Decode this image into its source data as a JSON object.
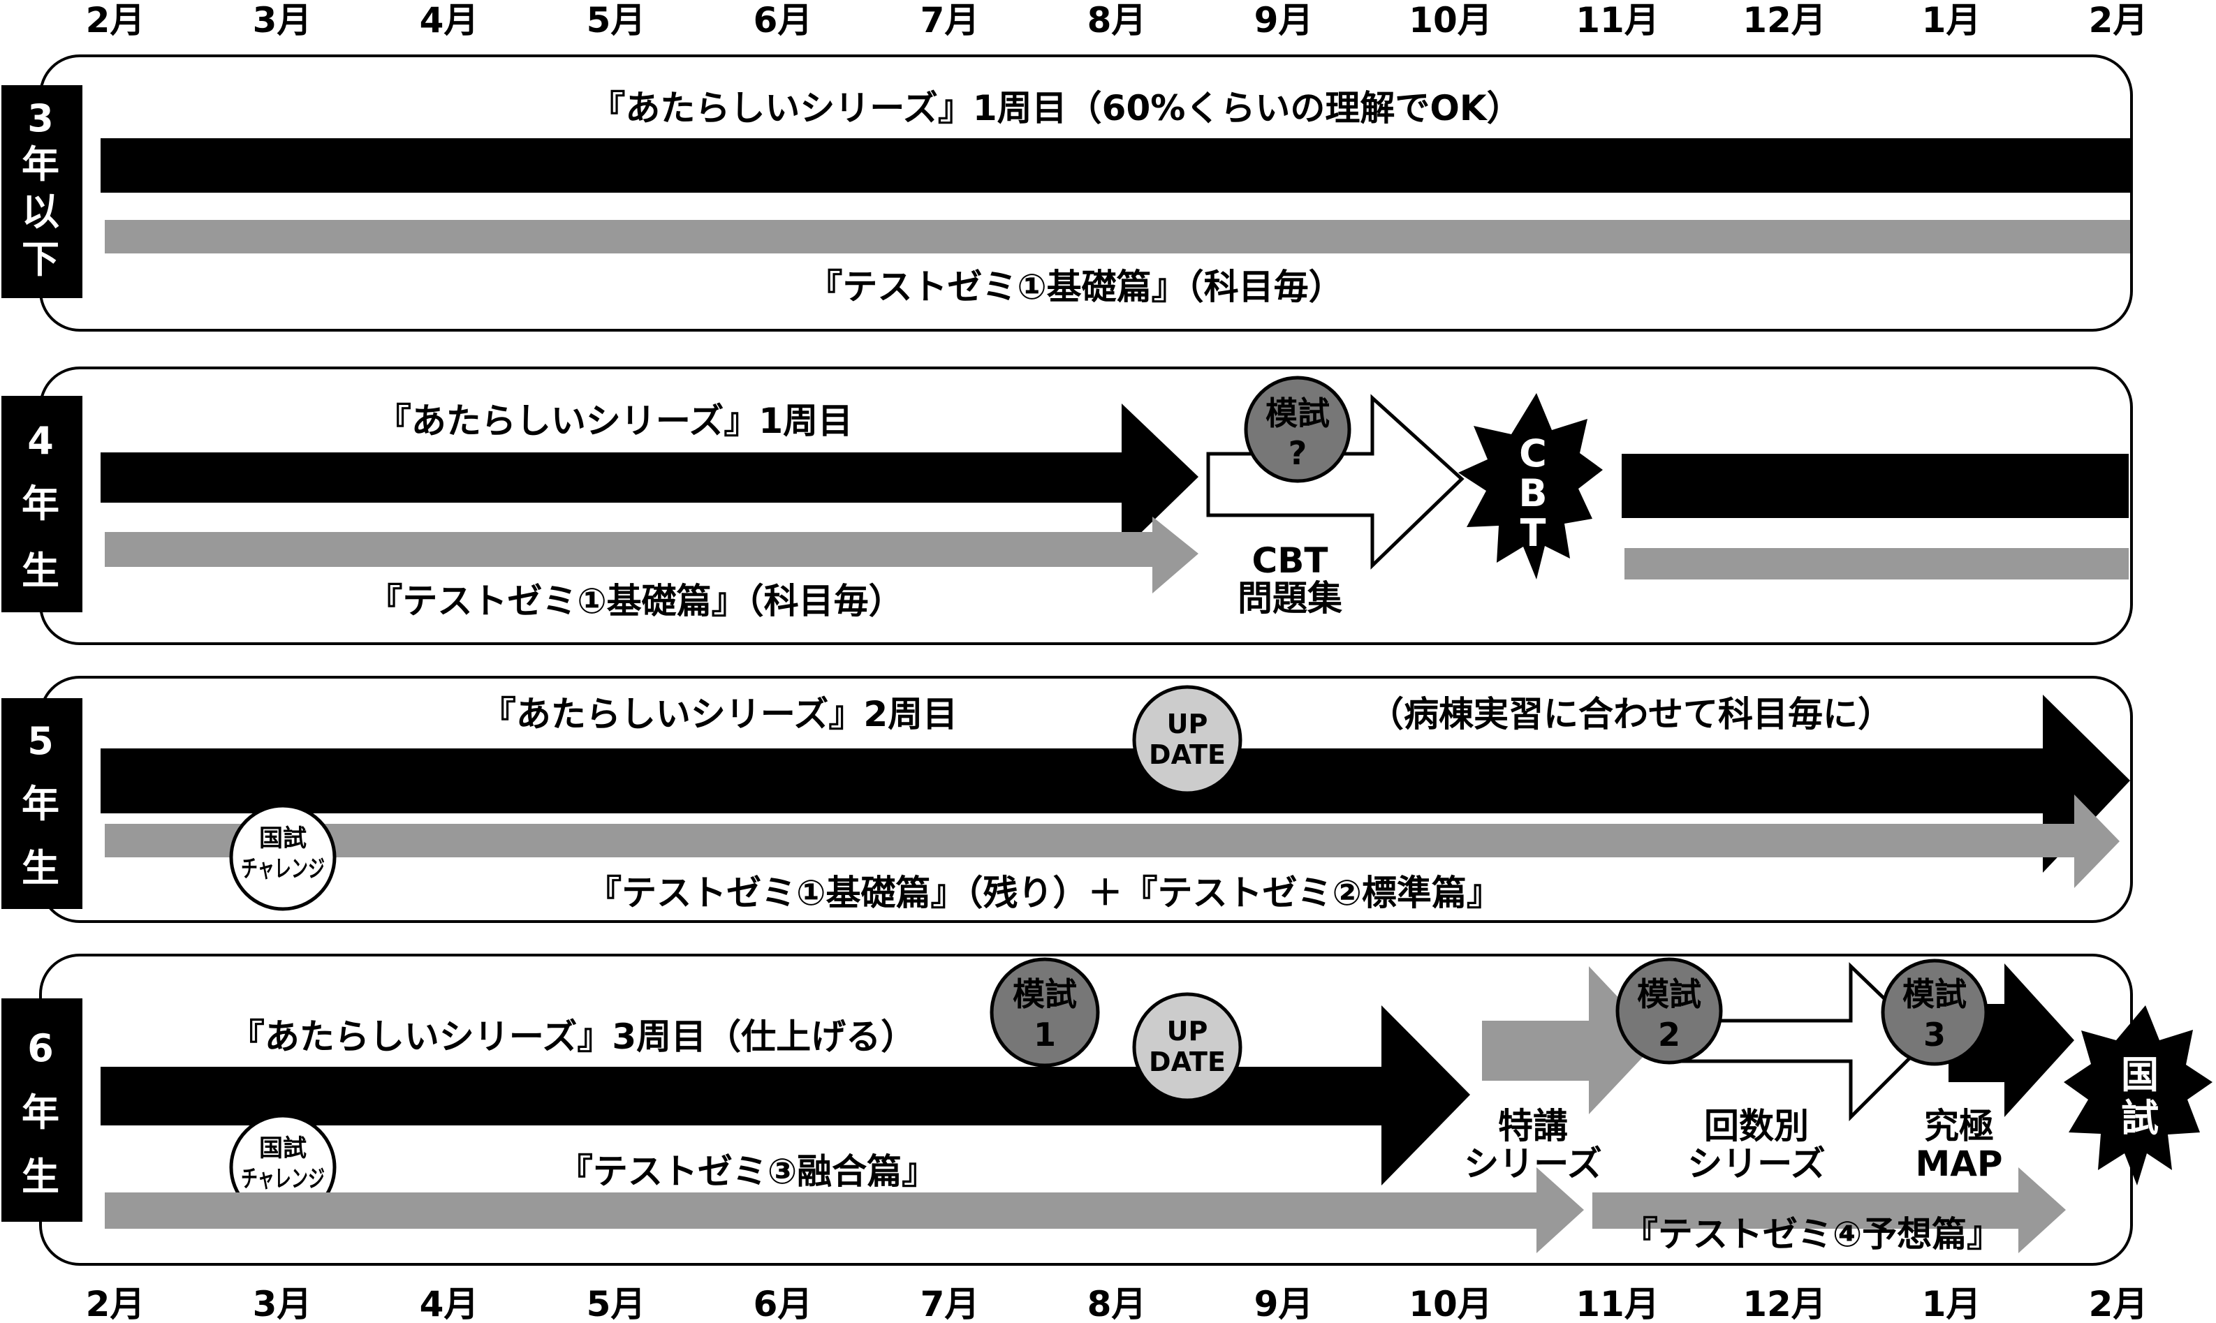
{
  "months_top": [
    "2月",
    "3月",
    "4月",
    "5月",
    "6月",
    "7月",
    "8月",
    "9月",
    "10月",
    "11月",
    "12月",
    "1月",
    "2月"
  ],
  "months_bottom": [
    "2月",
    "3月",
    "4月",
    "5月",
    "6月",
    "7月",
    "8月",
    "9月",
    "10月",
    "11月",
    "12月",
    "1月",
    "2月"
  ],
  "rows": {
    "r3": {
      "side": [
        "3",
        "年",
        "以",
        "下"
      ],
      "black_label": "『あたらしいシリーズ』1周目（60%くらいの理解でOK）",
      "gray_label": "『テストゼミ①基礎篇』（科目毎）"
    },
    "r4": {
      "side": [
        "4",
        "年",
        "生"
      ],
      "black_label": "『あたらしいシリーズ』1周目",
      "gray_label": "『テストゼミ①基礎篇』（科目毎）",
      "mock_badge": [
        "模試",
        "?"
      ],
      "cbt_book": [
        "CBT",
        "問題集"
      ],
      "cbt_star": [
        "C",
        "B",
        "T"
      ]
    },
    "r5": {
      "side": [
        "5",
        "年",
        "生"
      ],
      "black_label": "『あたらしいシリーズ』2周目",
      "black_note": "（病棟実習に合わせて科目毎に）",
      "update_badge": [
        "UP",
        "DATE"
      ],
      "challenge_badge": [
        "国試",
        "チャレンジ"
      ],
      "gray_label": "『テストゼミ①基礎篇』（残り）＋『テストゼミ②標準篇』"
    },
    "r6": {
      "side": [
        "6",
        "年",
        "生"
      ],
      "black_label": "『あたらしいシリーズ』3周目（仕上げる）",
      "mock1": [
        "模試",
        "1"
      ],
      "update_badge": [
        "UP",
        "DATE"
      ],
      "challenge_badge": [
        "国試",
        "チャレンジ"
      ],
      "gray_label": "『テストゼミ③融合篇』",
      "tokko": [
        "特講",
        "シリーズ"
      ],
      "mock2": [
        "模試",
        "2"
      ],
      "kaisu": [
        "回数別",
        "シリーズ"
      ],
      "mock3": [
        "模試",
        "3"
      ],
      "kyukyoku": [
        "究極",
        "MAP"
      ],
      "gray_label2": "『テストゼミ④予想篇』",
      "kokushi_star": [
        "国",
        "試"
      ]
    }
  }
}
